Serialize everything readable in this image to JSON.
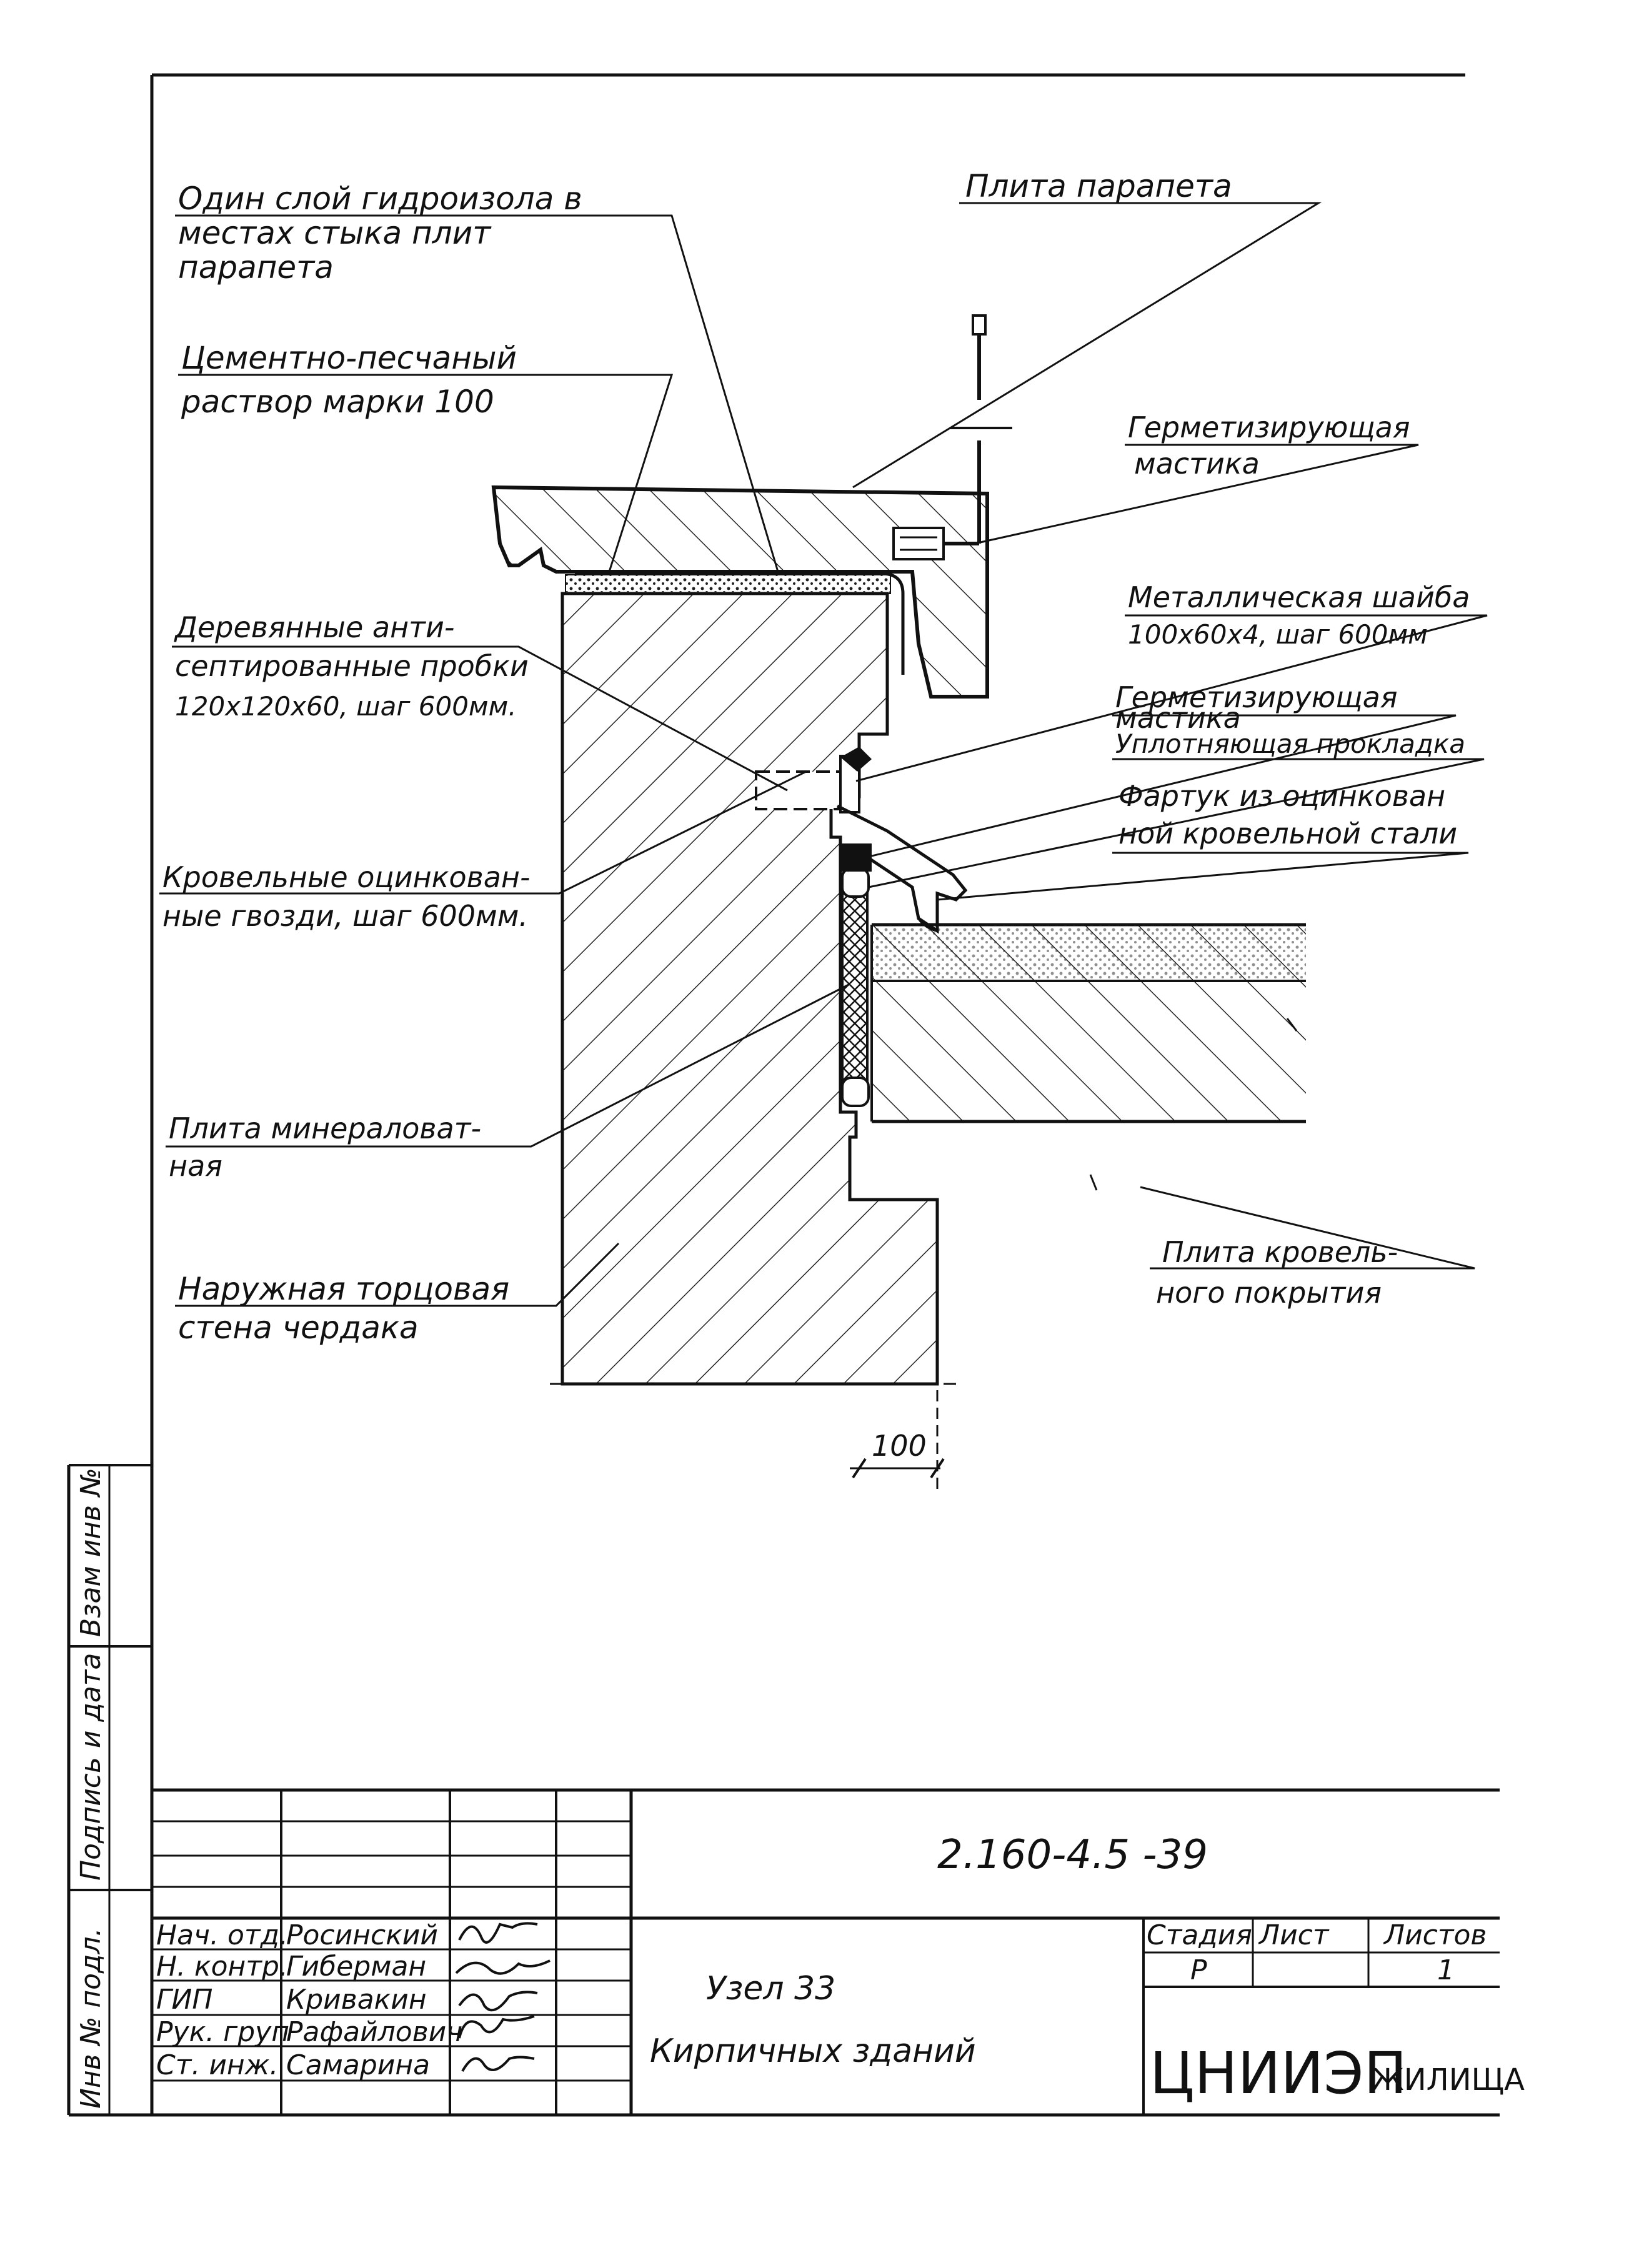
{
  "labels": {
    "hydro_line1": "Один слой гидроизола в",
    "hydro_line2": "местах стыка плит",
    "hydro_line3": "парапета",
    "parapet_slab": "Плита парапета",
    "mortar_line1": "Цементно-песчаный",
    "mortar_line2": "раствор марки 100",
    "sealant_top_line1": "Герметизирующая",
    "sealant_top_line2": "мастика",
    "washer_line1": "Металлическая шайба",
    "washer_line2": "100x60x4, шаг 600мм",
    "plugs_line1": "Деревянные анти-",
    "plugs_line2": "септированные пробки",
    "plugs_line3": "120x120x60, шаг 600мм.",
    "sealant_mid_line1": "Герметизирующая",
    "sealant_mid_line2": "мастика",
    "gasket": "Уплотняющая прокладка",
    "apron_line1": "Фартук из оцинкован",
    "apron_line2": "ной кровельной стали",
    "nails_line1": "Кровельные оцинкован-",
    "nails_line2": "ные гвозди, шаг 600мм.",
    "mineral_line1": "Плита минераловат-",
    "mineral_line2": "ная",
    "roof_slab_line1": "Плита кровель-",
    "roof_slab_line2": "ного покрытия",
    "wall_line1": "Наружная торцовая",
    "wall_line2": "стена чердака",
    "dimension": "100"
  },
  "side_stamp": {
    "inv_no": "Инв № подл.",
    "sign_date": "Подпись и дата",
    "replace_inv": "Взам инв №"
  },
  "title_block": {
    "drawing_code": "2.160-4.5 -39",
    "title_line1": "Узел 33",
    "title_line2": "Кирпичных зданий",
    "stage_header": "Стадия",
    "sheet_header": "Лист",
    "sheets_header": "Листов",
    "stage_value": "Р",
    "sheets_value": "1",
    "organization_main": "ЦНИИЭП",
    "organization_sub": "ЖИЛИЩА",
    "staff": [
      {
        "role": "Нач. отд.",
        "name": "Росинский"
      },
      {
        "role": "Н. контр.",
        "name": "Гиберман"
      },
      {
        "role": "ГИП",
        "name": "Кривакин"
      },
      {
        "role": "Рук. груп",
        "name": "Рафайлович"
      },
      {
        "role": "Ст. инж.",
        "name": "Самарина"
      }
    ]
  }
}
